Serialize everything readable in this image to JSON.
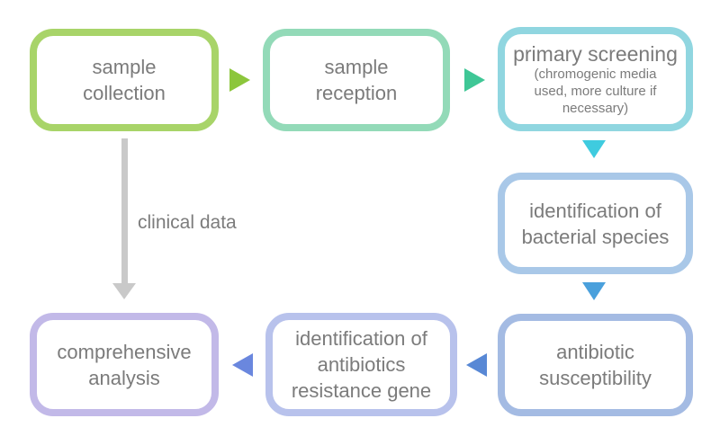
{
  "diagram": {
    "text_color": "#7b7b7b",
    "nodes": [
      {
        "name": "sample-collection",
        "lines": [
          "sample",
          "collection"
        ],
        "border_color": "#a8d469"
      },
      {
        "name": "sample-reception",
        "lines": [
          "sample",
          "reception"
        ],
        "border_color": "#93dab8"
      },
      {
        "name": "primary-screening",
        "title": "primary screening",
        "subtitle_lines": [
          "(chromogenic media",
          "used, more culture if",
          "necessary)"
        ],
        "border_color": "#90d6e0"
      },
      {
        "name": "identification-of-bacterial-species",
        "lines": [
          "identification of",
          "bacterial species"
        ],
        "border_color": "#a9c8e8"
      },
      {
        "name": "antibiotic-susceptibility",
        "lines": [
          "antibiotic",
          "susceptibility"
        ],
        "border_color": "#a4bbe3"
      },
      {
        "name": "identification-of-antibiotics-resistance-gene",
        "lines": [
          "identification of",
          "antibiotics",
          "resistance gene"
        ],
        "border_color": "#b8c2ec"
      },
      {
        "name": "comprehensive-analysis",
        "lines": [
          "comprehensive",
          "analysis"
        ],
        "border_color": "#c2b9e8"
      }
    ],
    "arrows": [
      {
        "name": "arrow-collection-to-reception",
        "direction": "right",
        "color": "#8cc63c"
      },
      {
        "name": "arrow-reception-to-screening",
        "direction": "right",
        "color": "#3fc796"
      },
      {
        "name": "arrow-screening-to-identification",
        "direction": "down",
        "color": "#3fcbdf"
      },
      {
        "name": "arrow-identification-to-susceptibility",
        "direction": "down",
        "color": "#4aa0dc"
      },
      {
        "name": "arrow-susceptibility-to-resistance-gene",
        "direction": "left",
        "color": "#5888d5"
      },
      {
        "name": "arrow-resistance-gene-to-analysis",
        "direction": "left",
        "color": "#6a87de"
      },
      {
        "name": "arrow-collection-to-analysis",
        "direction": "down",
        "color": "#c9c9c9",
        "label": "clinical data"
      }
    ]
  }
}
